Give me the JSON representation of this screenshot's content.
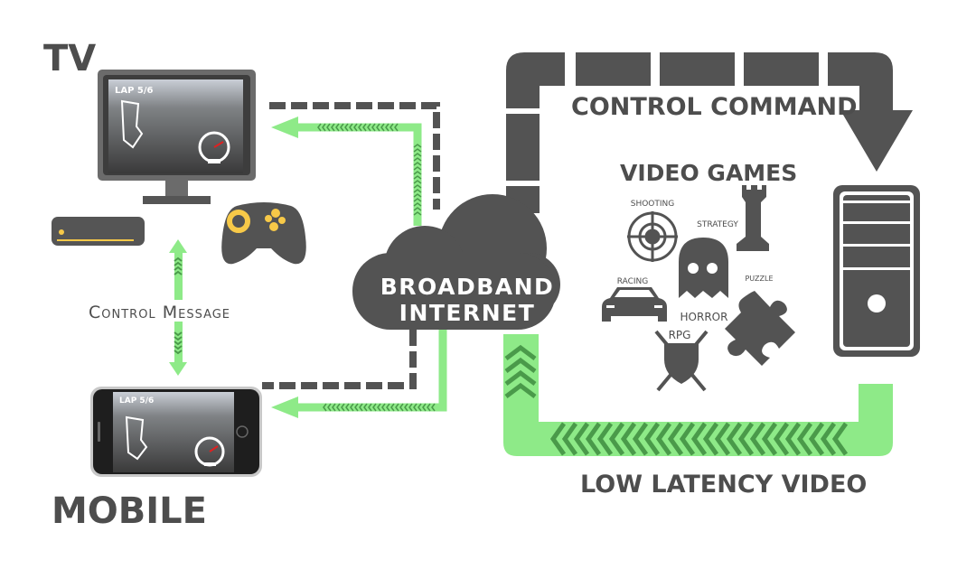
{
  "colors": {
    "dark": "#535353",
    "green": "#8eea88",
    "green_dark": "#4a9a4a",
    "yellow": "#f7c948",
    "white": "#ffffff"
  },
  "labels": {
    "tv": "TV",
    "mobile": "MOBILE",
    "control_message": "Control Message",
    "cloud_line1": "BROADBAND",
    "cloud_line2": "INTERNET",
    "control_command": "CONTROL COMMAND",
    "video_games": "VIDEO GAMES",
    "low_latency_video": "LOW LATENCY VIDEO"
  },
  "screens": {
    "tv_lap": "LAP 5/6",
    "mobile_lap": "LAP 5/6"
  },
  "games": {
    "shooting": "SHOOTING",
    "strategy": "STRATEGY",
    "racing": "RACING",
    "horror": "HORROR",
    "rpg": "RPG",
    "puzzle": "PUZZLE"
  },
  "icons": [
    "tv-monitor-icon",
    "set-top-box-icon",
    "gamepad-icon",
    "smartphone-icon",
    "cloud-icon",
    "server-icon",
    "target-icon",
    "rook-icon",
    "car-icon",
    "ghost-icon",
    "shield-swords-icon",
    "puzzle-icon"
  ]
}
